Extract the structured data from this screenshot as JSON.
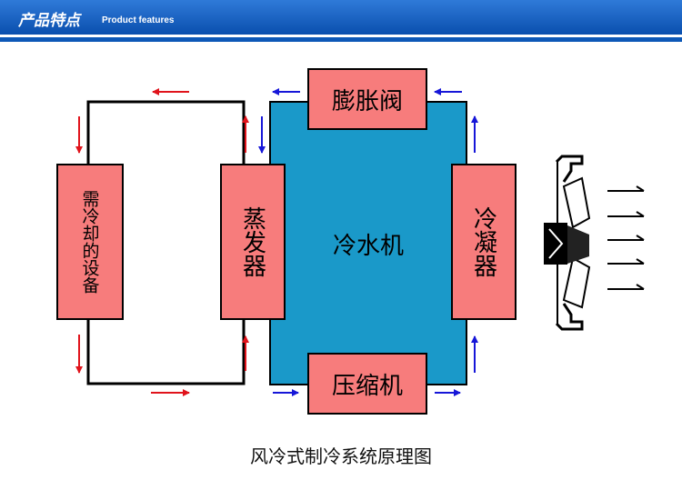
{
  "header": {
    "title": "产品特点",
    "subtitle": "Product features"
  },
  "diagram": {
    "load": "需冷却的设备",
    "evaporator": "蒸发器",
    "chiller": "冷水机",
    "expansion_valve": "膨胀阀",
    "compressor": "压缩机",
    "condenser": "冷凝器"
  },
  "caption": "风冷式制冷系统原理图",
  "colors": {
    "header": "#0a4fae",
    "box": "#f77c7c",
    "chiller": "#1a99c9",
    "arrow_hot": "#e0131b",
    "arrow_cold": "#1616d8"
  }
}
